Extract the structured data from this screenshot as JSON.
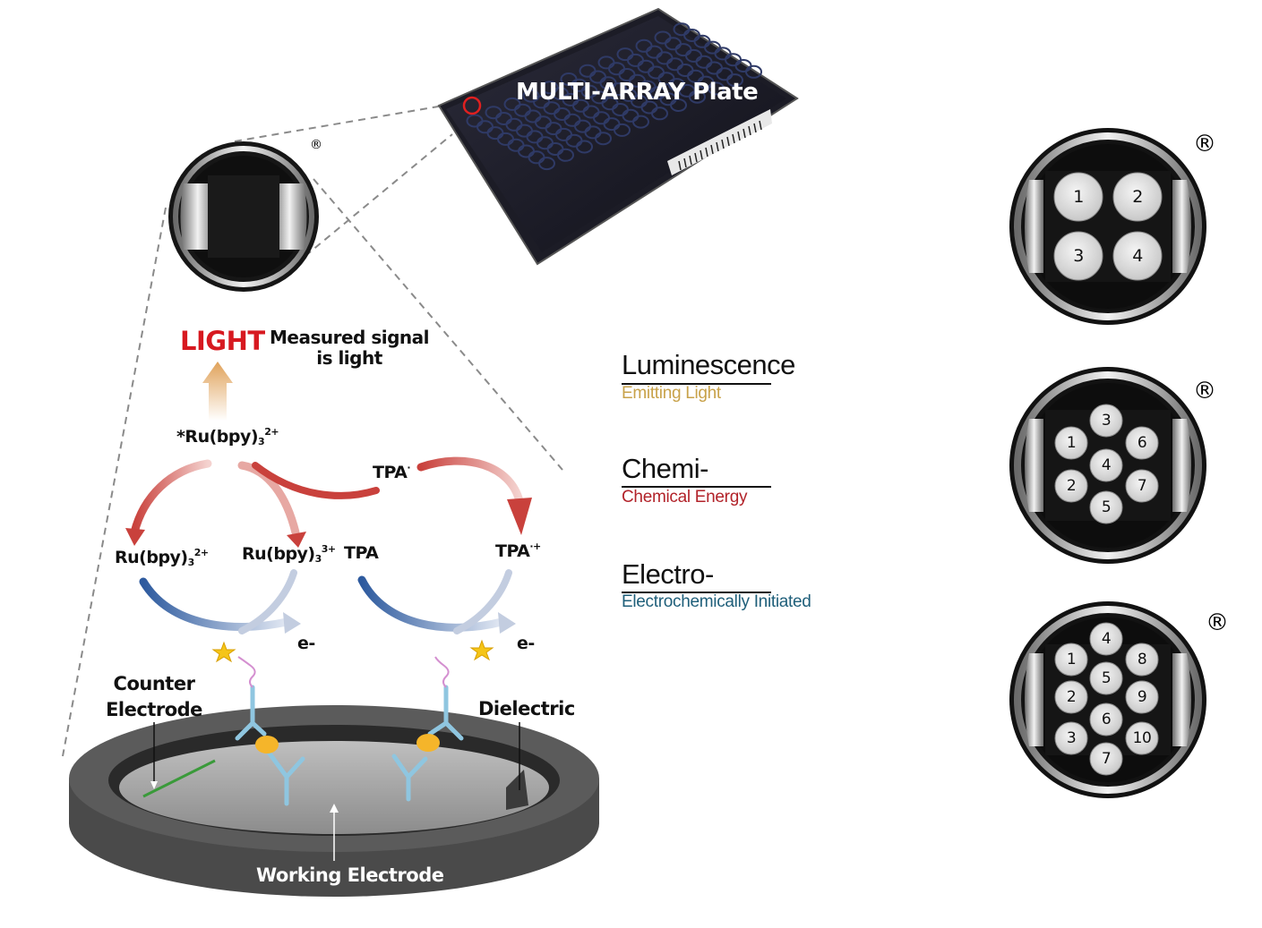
{
  "plate": {
    "label": "MULTI-ARRAY Plate"
  },
  "well": {
    "registered": "®"
  },
  "light": {
    "label": "LIGHT",
    "caption": "Measured signal\nis light",
    "color": "#d71920"
  },
  "molecules": {
    "excited_prefix": "*Ru(bpy)",
    "excited_sub": "3",
    "excited_sup": "2+",
    "ru_prefix": "Ru(bpy)",
    "ru_sub": "3",
    "ru2_sup": "2+",
    "ru3_sup": "3+",
    "tpa": "TPA",
    "tpa_radical": "TPA",
    "tpa_radical_sup": "·",
    "tpa_cation_sup": "·+",
    "electron": "e-"
  },
  "electrode_labels": {
    "counter": "Counter\nElectrode",
    "dielectric": "Dielectric",
    "working": "Working Electrode"
  },
  "ecl_terms": [
    {
      "word": "Luminescence",
      "description": "Emitting Light",
      "color": "#c8a24a"
    },
    {
      "word": "Chemi-",
      "description": "Chemical Energy",
      "color": "#b2232a"
    },
    {
      "word": "Electro-",
      "description": "Electrochemically Initiated",
      "color": "#1f5f7a"
    }
  ],
  "spot_wells": [
    {
      "registered": "®",
      "spots": [
        "1",
        "2",
        "3",
        "4"
      ]
    },
    {
      "registered": "®",
      "spots": [
        "3",
        "1",
        "6",
        "4",
        "2",
        "7",
        "5"
      ]
    },
    {
      "registered": "®",
      "spots": [
        "4",
        "1",
        "8",
        "5",
        "2",
        "9",
        "6",
        "3",
        "10",
        "7"
      ]
    }
  ],
  "colors": {
    "arrow_red": "#c9413c",
    "arrow_blue": "#2d5a9e",
    "antibody": "#8fc6e0",
    "antigen": "#f5b52a",
    "label_star": "#f5c518"
  }
}
